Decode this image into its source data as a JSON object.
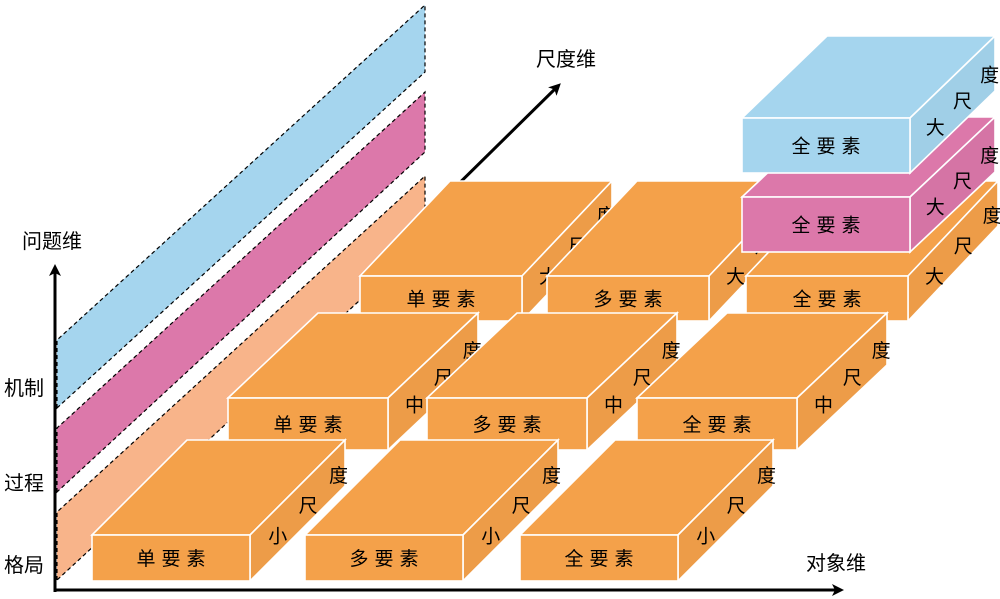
{
  "axes": {
    "problem": "问题维",
    "scale": "尺度维",
    "object": "对象维"
  },
  "problem_levels": [
    "机制",
    "过程",
    "格局"
  ],
  "colors": {
    "orange": "#f4a14a",
    "pink": "#dc78aa",
    "blue": "#a5d5ee",
    "band_orange": "#f8b48a"
  },
  "grid": {
    "rows": [
      {
        "scale": "大尺度",
        "scale_chars": [
          "大",
          "尺",
          "度"
        ],
        "cells": [
          {
            "label": "单 要 素"
          },
          {
            "label": "多 要 素"
          },
          {
            "label": "全 要 素"
          }
        ]
      },
      {
        "scale": "中尺度",
        "scale_chars": [
          "中",
          "尺",
          "度"
        ],
        "cells": [
          {
            "label": "单 要 素"
          },
          {
            "label": "多 要 素"
          },
          {
            "label": "全 要 素"
          }
        ]
      },
      {
        "scale": "小尺度",
        "scale_chars": [
          "小",
          "尺",
          "度"
        ],
        "cells": [
          {
            "label": "单 要 素"
          },
          {
            "label": "多 要 素"
          },
          {
            "label": "全 要 素"
          }
        ]
      }
    ],
    "stack": [
      {
        "label": "全 要 素",
        "scale_chars": [
          "大",
          "尺",
          "度"
        ],
        "color": "pink"
      },
      {
        "label": "全 要 素",
        "scale_chars": [
          "大",
          "尺",
          "度"
        ],
        "color": "blue"
      }
    ]
  }
}
